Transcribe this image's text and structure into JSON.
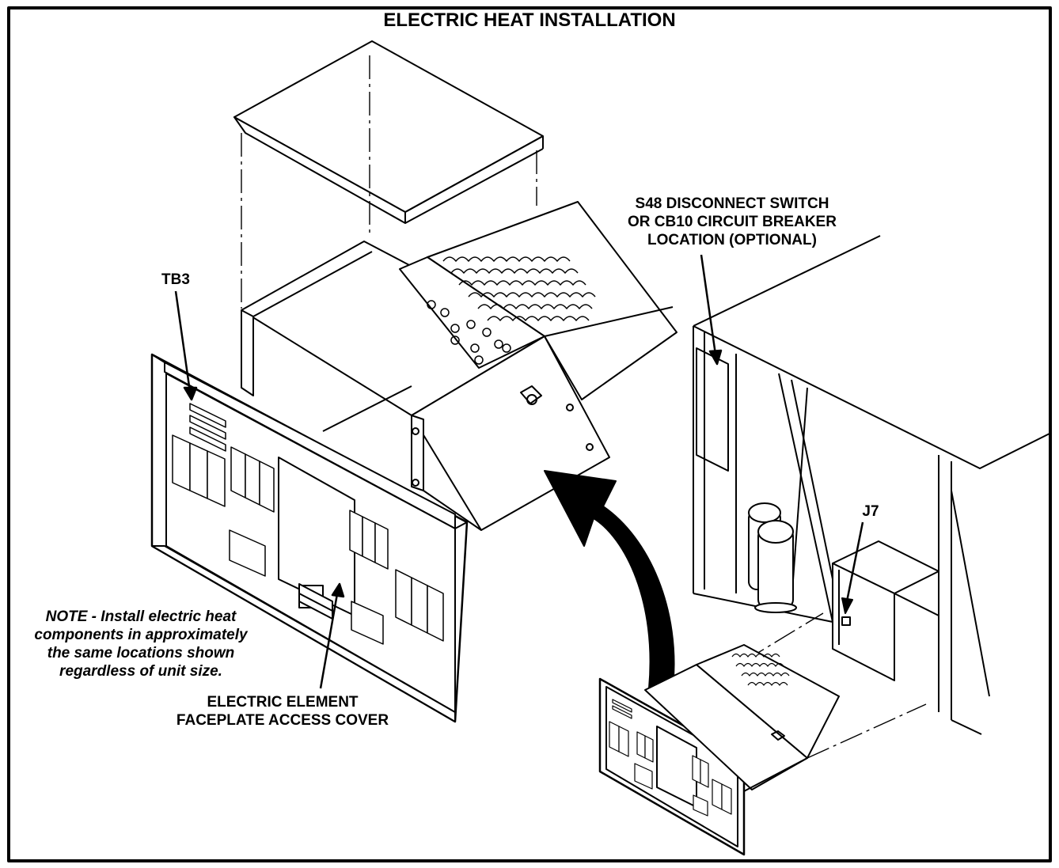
{
  "title": "ELECTRIC HEAT INSTALLATION",
  "callouts": {
    "s48": [
      "S48 DISCONNECT SWITCH",
      "OR CB10 CIRCUIT BREAKER",
      "LOCATION (OPTIONAL)"
    ],
    "tb3": "TB3",
    "j7": "J7",
    "note": [
      "NOTE - Install electric heat",
      "components in approximately",
      "the same locations shown",
      "regardless of unit size."
    ],
    "element": [
      "ELECTRIC ELEMENT",
      "FACEPLATE ACCESS COVER"
    ]
  }
}
